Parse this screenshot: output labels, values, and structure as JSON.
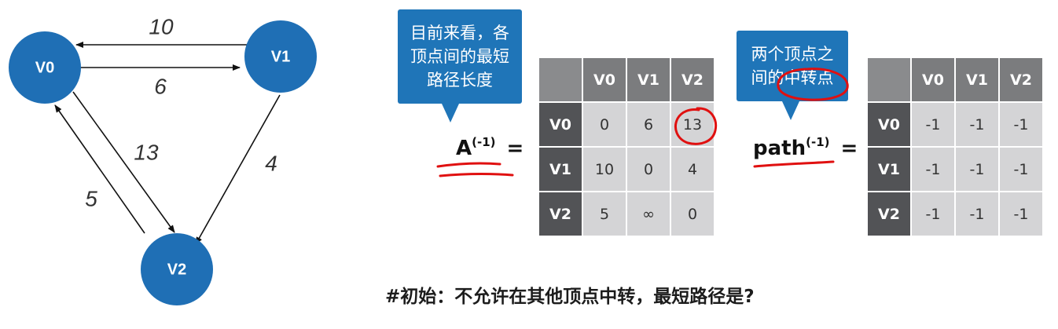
{
  "graph": {
    "nodes": [
      {
        "id": "V0",
        "label": "V0"
      },
      {
        "id": "V1",
        "label": "V1"
      },
      {
        "id": "V2",
        "label": "V2"
      }
    ],
    "edges": [
      {
        "from": "V1",
        "to": "V0",
        "weight": "10"
      },
      {
        "from": "V0",
        "to": "V1",
        "weight": "6"
      },
      {
        "from": "V0",
        "to": "V2",
        "weight": "13"
      },
      {
        "from": "V1",
        "to": "V2",
        "weight": "4"
      },
      {
        "from": "V2",
        "to": "V0",
        "weight": "5"
      }
    ],
    "node_color": "#1f6fb5"
  },
  "callout_a": {
    "lines": [
      "目前来看，各",
      "顶点间的最短",
      "路径长度"
    ]
  },
  "callout_path": {
    "lines": [
      "两个顶点之",
      "间的中转点"
    ]
  },
  "matrix_a": {
    "name": "A",
    "superscript": "(-1)",
    "equals": "=",
    "col_headers": [
      "V0",
      "V1",
      "V2"
    ],
    "rows": [
      {
        "header": "V0",
        "cells": [
          "0",
          "6",
          "13"
        ]
      },
      {
        "header": "V1",
        "cells": [
          "10",
          "0",
          "4"
        ]
      },
      {
        "header": "V2",
        "cells": [
          "5",
          "∞",
          "0"
        ]
      }
    ]
  },
  "matrix_path": {
    "name": "path",
    "superscript": "(-1)",
    "equals": "=",
    "col_headers": [
      "V0",
      "V1",
      "V2"
    ],
    "rows": [
      {
        "header": "V0",
        "cells": [
          "-1",
          "-1",
          "-1"
        ]
      },
      {
        "header": "V1",
        "cells": [
          "-1",
          "-1",
          "-1"
        ]
      },
      {
        "header": "V2",
        "cells": [
          "-1",
          "-1",
          "-1"
        ]
      }
    ]
  },
  "caption": "#初始：不允许在其他顶点中转，最短路径是?",
  "colors": {
    "callout": "#1f75b8",
    "annotation": "#e01010"
  }
}
